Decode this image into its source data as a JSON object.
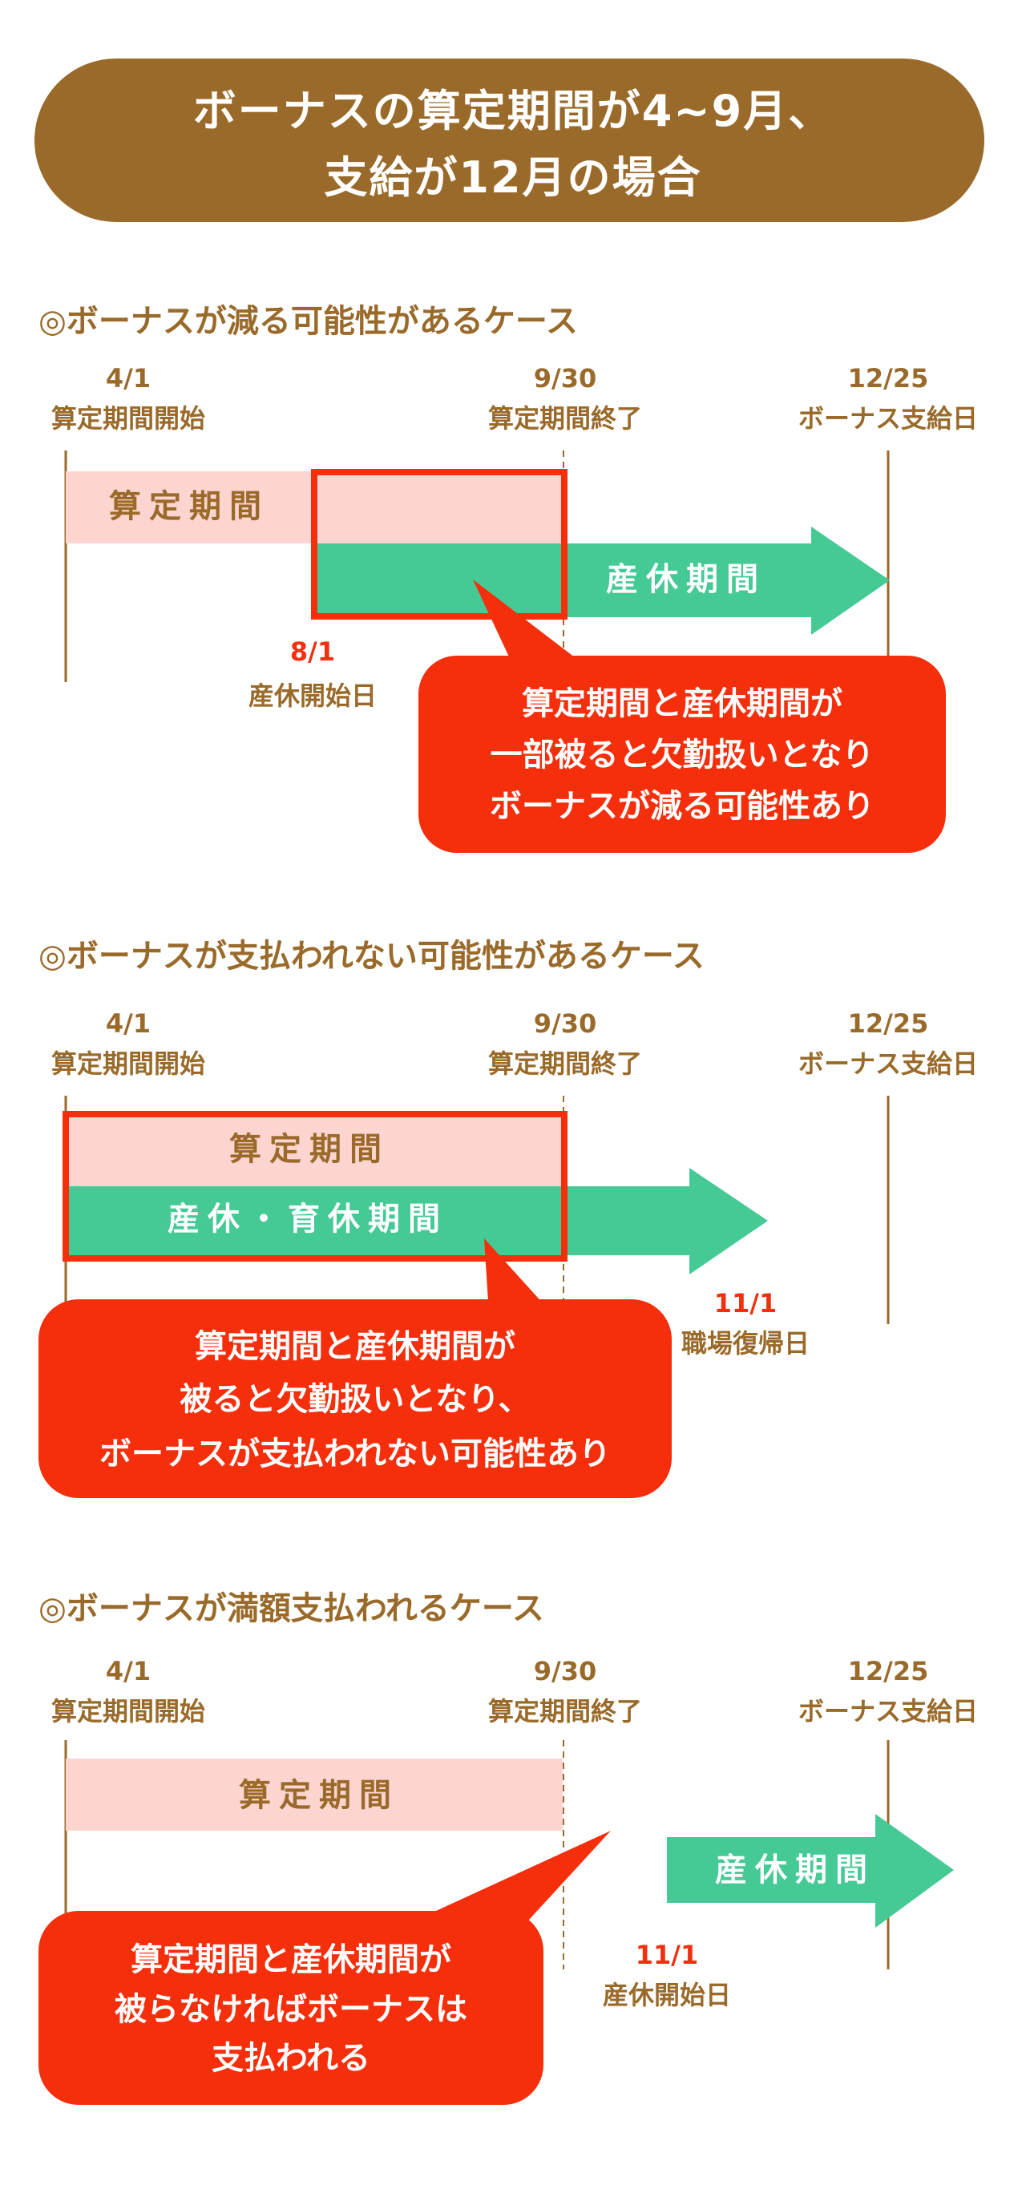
{
  "title": {
    "line1": "ボーナスの算定期間が4~9月、",
    "line2": "支給が12月の場合"
  },
  "colors": {
    "brown": "#9a6a2a",
    "pink": "#fdd5d0",
    "green": "#45c995",
    "red": "#f52e0c"
  },
  "timeline_labels": {
    "start_date": "4/1",
    "start_label": "算定期間開始",
    "end_date": "9/30",
    "end_label": "算定期間終了",
    "pay_date": "12/25",
    "pay_label": "ボーナス支給日"
  },
  "cases": [
    {
      "heading": "◎ボーナスが減る可能性があるケース",
      "period_label": "算定期間",
      "leave_label": "産休期間",
      "event_date": "8/1",
      "event_label": "産休開始日",
      "callout": [
        "算定期間と産休期間が",
        "一部被ると欠勤扱いとなり",
        "ボーナスが減る可能性あり"
      ]
    },
    {
      "heading": "◎ボーナスが支払われない可能性があるケース",
      "period_label": "算定期間",
      "leave_label": "産休・育休期間",
      "event_date": "11/1",
      "event_label": "職場復帰日",
      "callout": [
        "算定期間と産休期間が",
        "被ると欠勤扱いとなり、",
        "ボーナスが支払われない可能性あり"
      ]
    },
    {
      "heading": "◎ボーナスが満額支払われるケース",
      "period_label": "算定期間",
      "leave_label": "産休期間",
      "event_date": "11/1",
      "event_label": "産休開始日",
      "callout": [
        "算定期間と産休期間が",
        "被らなければボーナスは",
        "支払われる"
      ]
    }
  ]
}
